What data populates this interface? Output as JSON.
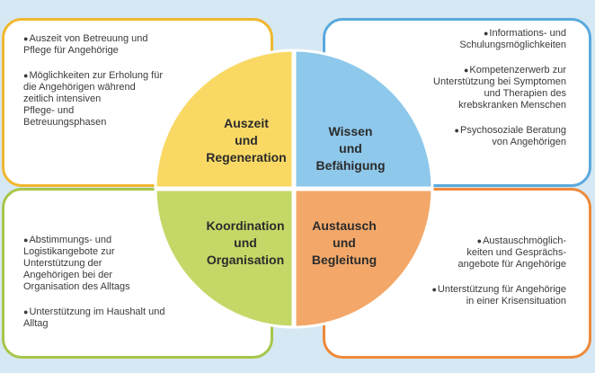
{
  "quadrants": {
    "top_left": {
      "title_lines": [
        "Auszeit",
        "und",
        "Regeneration"
      ],
      "color": "#f9d964",
      "border_color": "#f0b72e",
      "bullets": [
        [
          "Auszeit von Betreuung und",
          "Pflege für Angehörige"
        ],
        [
          "Möglichkeiten zur Erholung für",
          "die  Angehörigen während",
          "zeitlich intensiven",
          "Pflege- und",
          "Betreuungsphasen"
        ]
      ]
    },
    "top_right": {
      "title_lines": [
        "Wissen",
        "und",
        "Befähigung"
      ],
      "color": "#8ec8eb",
      "border_color": "#5aa9dd",
      "bullets": [
        [
          "Informations- und",
          "Schulungsmöglichkeiten"
        ],
        [
          "Kompetenzerwerb zur",
          "Unterstützung bei Symptomen",
          "und Therapien des",
          "krebskranken Menschen"
        ],
        [
          "Psychosoziale Beratung",
          "von Angehörigen"
        ]
      ]
    },
    "bottom_left": {
      "title_lines": [
        "Koordination",
        "und",
        "Organisation"
      ],
      "color": "#c5d867",
      "border_color": "#a7c64a",
      "bullets": [
        [
          "Abstimmungs- und",
          "Logistikangebote zur",
          "Unterstützung der",
          "Angehörigen bei der",
          "Organisation des Alltags"
        ],
        [
          "Unterstützung im Haushalt und",
          "Alltag"
        ]
      ]
    },
    "bottom_right": {
      "title_lines": [
        "Austausch",
        "und",
        "Begleitung"
      ],
      "color": "#f3a86a",
      "border_color": "#ee8a3a",
      "bullets": [
        [
          "Austauschmöglich-",
          "keiten und Gesprächs-",
          "angebote für Angehörige"
        ],
        [
          "Unterstützung für Angehörige",
          "in einer Krisensituation"
        ]
      ]
    }
  },
  "colors": {
    "background": "#d6e8f3",
    "circle_border": "#ffffff"
  }
}
